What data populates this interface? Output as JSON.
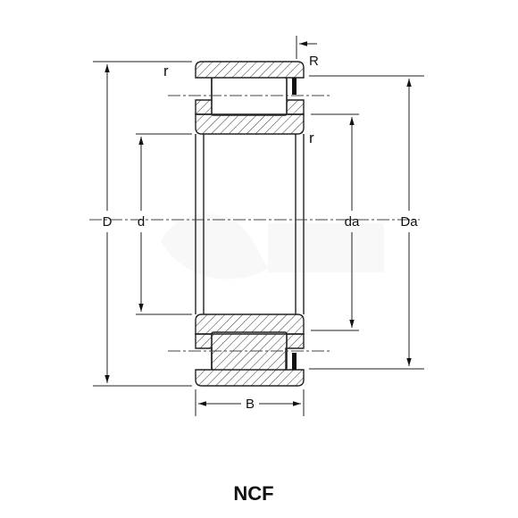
{
  "diagram": {
    "labels": {
      "D": "D",
      "d": "d",
      "da": "da",
      "Da": "Da",
      "B": "B",
      "R": "R",
      "r_top": "r",
      "r_mid": "r"
    },
    "caption": "NCF",
    "colors": {
      "line": "#222222",
      "background": "#ffffff",
      "watermark": "#f2f2f2"
    }
  }
}
